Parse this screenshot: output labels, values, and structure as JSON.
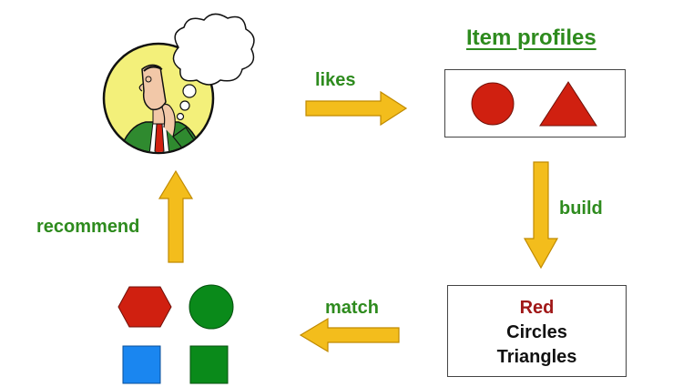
{
  "diagram": {
    "title": "Item profiles",
    "edges": {
      "likes": "likes",
      "build": "build",
      "match": "match",
      "recommend": "recommend"
    },
    "profile_box": {
      "line1": "Red",
      "line2": "Circles",
      "line3": "Triangles"
    }
  },
  "colors": {
    "green_text": "#2e8b1e",
    "arrow_fill": "#f3bd1c",
    "arrow_stroke": "#c08a00",
    "red_shape": "#d02010",
    "green_shape": "#0a8a1a",
    "blue_shape": "#1a86f0",
    "red_text": "#a01818",
    "avatar_bg": "#f3f07a"
  },
  "icons": [
    "user-thinking-icon",
    "thought-cloud-icon"
  ]
}
